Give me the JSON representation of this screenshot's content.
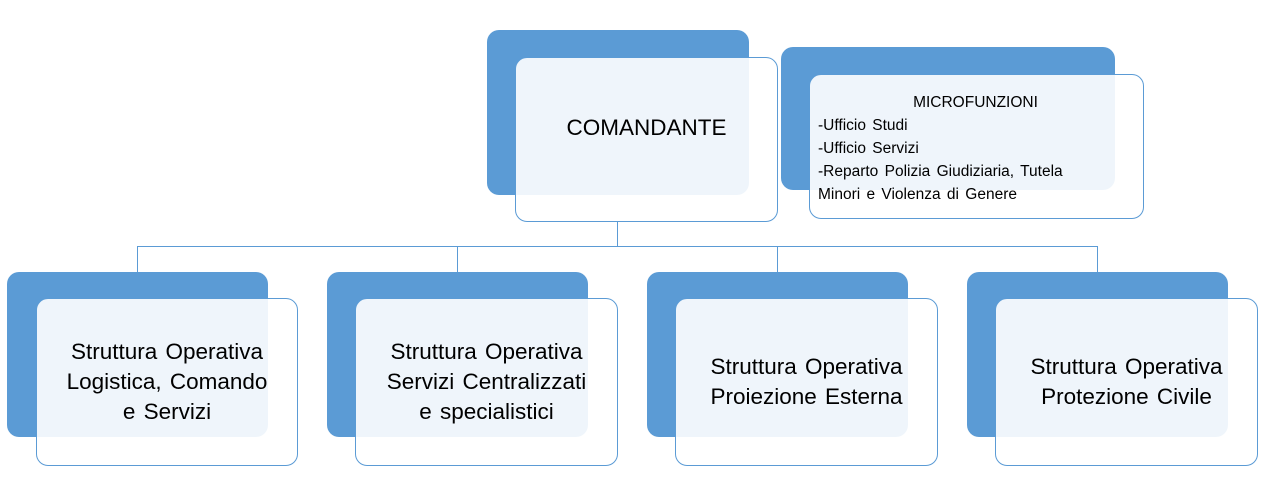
{
  "org_chart": {
    "root": {
      "label": "COMANDANTE"
    },
    "side_box": {
      "title": "MICROFUNZIONI",
      "items": [
        "-Ufficio Studi",
        "-Ufficio Servizi",
        "-Reparto Polizia Giudiziaria, Tutela\nMinori e Violenza di Genere"
      ]
    },
    "children": [
      {
        "label": "Struttura Operativa\nLogistica, Comando\ne Servizi"
      },
      {
        "label": "Struttura Operativa\nServizi Centralizzati\ne specialistici"
      },
      {
        "label": "Struttura Operativa\nProiezione Esterna"
      },
      {
        "label": "Struttura Operativa\nProtezione Civile"
      }
    ]
  },
  "colors": {
    "accent_fill": "#5b9bd5",
    "box_fill": "#ffffff",
    "connector": "#5b9bd5"
  }
}
